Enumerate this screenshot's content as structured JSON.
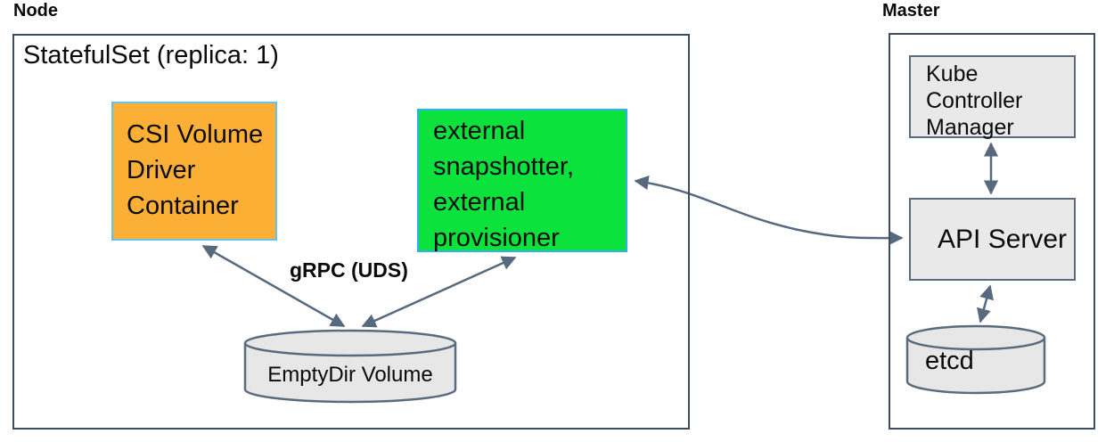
{
  "node": {
    "label": "Node",
    "statefulset_label": "StatefulSet (replica: 1)",
    "csi_container": {
      "lines": [
        "CSI Volume",
        "Driver",
        "Container"
      ]
    },
    "sidecars": {
      "lines": [
        "external",
        "snapshotter,",
        "external",
        "provisioner"
      ]
    },
    "grpc_label": "gRPC (UDS)",
    "emptydir_label": "EmptyDir Volume"
  },
  "master": {
    "label": "Master",
    "kube_controller_manager": {
      "lines": [
        "Kube",
        "Controller",
        "Manager"
      ]
    },
    "api_server_label": "API Server",
    "etcd_label": "etcd"
  },
  "colors": {
    "csi_fill": "#fbb035",
    "csi_border": "#5ec5ec",
    "sidecar_fill": "#0be33c",
    "sidecar_border": "#2fb0e8",
    "gray_fill": "#e9e9e9",
    "shape_border": "#5b6b7f",
    "outer_border": "#3f4e5e",
    "arrow": "#57697e"
  }
}
